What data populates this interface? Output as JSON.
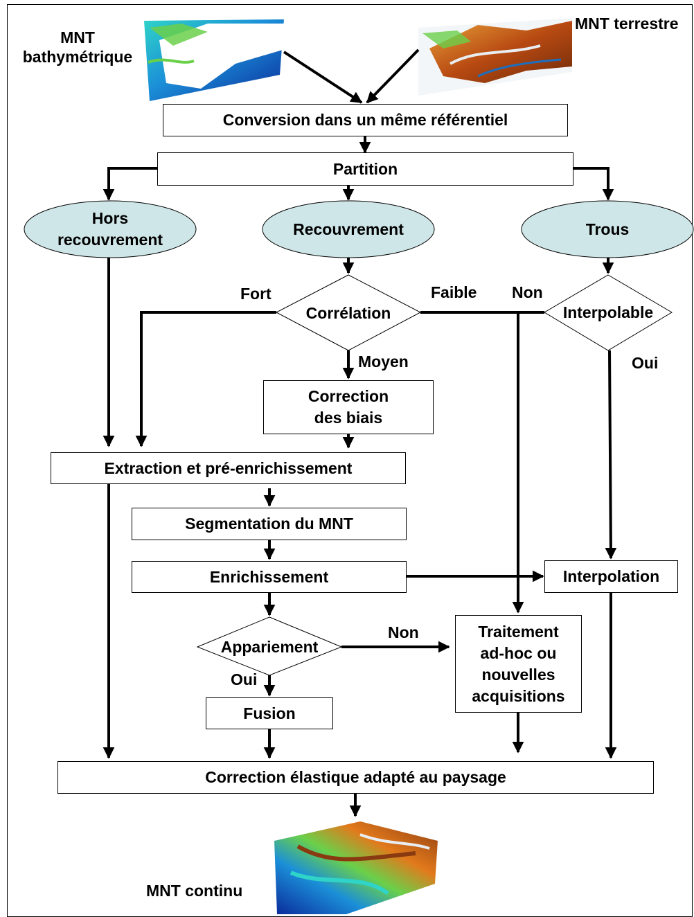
{
  "inputs": {
    "bathy_label": "MNT bathymétrique",
    "bathy_label_line1": "MNT",
    "bathy_label_line2": "bathymétrique",
    "terre_label": "MNT terrestre"
  },
  "steps": {
    "conversion": "Conversion dans un même référentiel",
    "partition": "Partition",
    "correction_biais_line1": "Correction",
    "correction_biais_line2": "des biais",
    "extraction": "Extraction et pré-enrichissement",
    "segmentation": "Segmentation du MNT",
    "enrichissement": "Enrichissement",
    "interpolation": "Interpolation",
    "traitement_line1": "Traitement",
    "traitement_line2": "ad-hoc ou",
    "traitement_line3": "nouvelles",
    "traitement_line4": "acquisitions",
    "fusion": "Fusion",
    "correction_elastique": "Correction élastique adapté au paysage"
  },
  "zones": {
    "hors_line1": "Hors",
    "hors_line2": "recouvrement",
    "recouvrement": "Recouvrement",
    "trous": "Trous"
  },
  "decisions": {
    "correlation": "Corrélation",
    "interpolable": "Interpolable",
    "appariement": "Appariement"
  },
  "edge_labels": {
    "fort": "Fort",
    "faible": "Faible",
    "moyen": "Moyen",
    "non_interp": "Non",
    "oui_interp": "Oui",
    "non_appariement": "Non",
    "oui_appariement": "Oui"
  },
  "output": {
    "label": "MNT continu"
  },
  "colors": {
    "ellipse_fill": "#cfe6e8",
    "stroke": "#000000",
    "terrain_blue": "#1b6fc0",
    "terrain_cyan": "#2fd3c8",
    "terrain_green": "#6ad04a",
    "terrain_orange": "#e27a1c",
    "terrain_brown": "#8a3a10"
  }
}
